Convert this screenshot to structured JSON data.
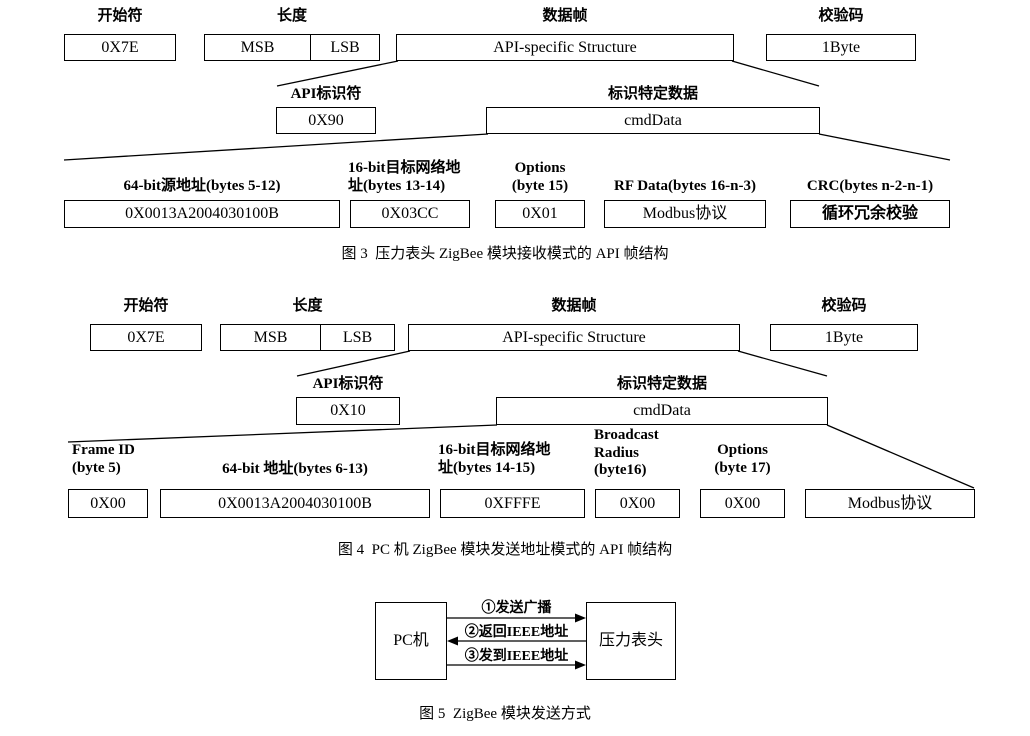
{
  "fig3": {
    "header": {
      "start_label": "开始符",
      "start_value": "0X7E",
      "length_label": "长度",
      "msb": "MSB",
      "lsb": "LSB",
      "frame_label": "数据帧",
      "frame_value": "API-specific Structure",
      "checksum_label": "校验码",
      "checksum_value": "1Byte"
    },
    "level2": {
      "api_id_label": "API标识符",
      "api_id_value": "0X90",
      "data_label": "标识特定数据",
      "data_value": "cmdData"
    },
    "fields": [
      {
        "label": "64-bit源地址(bytes 5-12)",
        "value": "0X0013A2004030100B"
      },
      {
        "label": "16-bit目标网络地\n址(bytes 13-14)",
        "value": "0X03CC"
      },
      {
        "label": "Options\n(byte 15)",
        "value": "0X01"
      },
      {
        "label": "RF Data(bytes 16-n-3)",
        "value": "Modbus协议"
      },
      {
        "label": "CRC(bytes n-2-n-1)",
        "value": "循环冗余校验"
      }
    ],
    "caption": "图 3  压力表头 ZigBee 模块接收模式的 API 帧结构"
  },
  "fig4": {
    "header": {
      "start_label": "开始符",
      "start_value": "0X7E",
      "length_label": "长度",
      "msb": "MSB",
      "lsb": "LSB",
      "frame_label": "数据帧",
      "frame_value": "API-specific Structure",
      "checksum_label": "校验码",
      "checksum_value": "1Byte"
    },
    "level2": {
      "api_id_label": "API标识符",
      "api_id_value": "0X10",
      "data_label": "标识特定数据",
      "data_value": "cmdData"
    },
    "fields": [
      {
        "label": "Frame ID\n(byte 5)",
        "value": "0X00"
      },
      {
        "label": "64-bit 地址(bytes 6-13)",
        "value": "0X0013A2004030100B"
      },
      {
        "label": "16-bit目标网络地\n址(bytes 14-15)",
        "value": "0XFFFE"
      },
      {
        "label": "Broadcast\nRadius\n(byte16)",
        "value": "0X00"
      },
      {
        "label": "Options\n(byte 17)",
        "value": "0X00"
      },
      {
        "label": "",
        "value": "Modbus协议"
      }
    ],
    "caption": "图 4  PC 机 ZigBee 模块发送地址模式的 API 帧结构"
  },
  "fig5": {
    "left_box": "PC机",
    "right_box": "压力表头",
    "arrows": [
      {
        "label": "①发送广播",
        "direction": "right"
      },
      {
        "label": "②返回IEEE地址",
        "direction": "left"
      },
      {
        "label": "③发到IEEE地址",
        "direction": "right"
      }
    ],
    "caption": "图 5  ZigBee 模块发送方式"
  }
}
